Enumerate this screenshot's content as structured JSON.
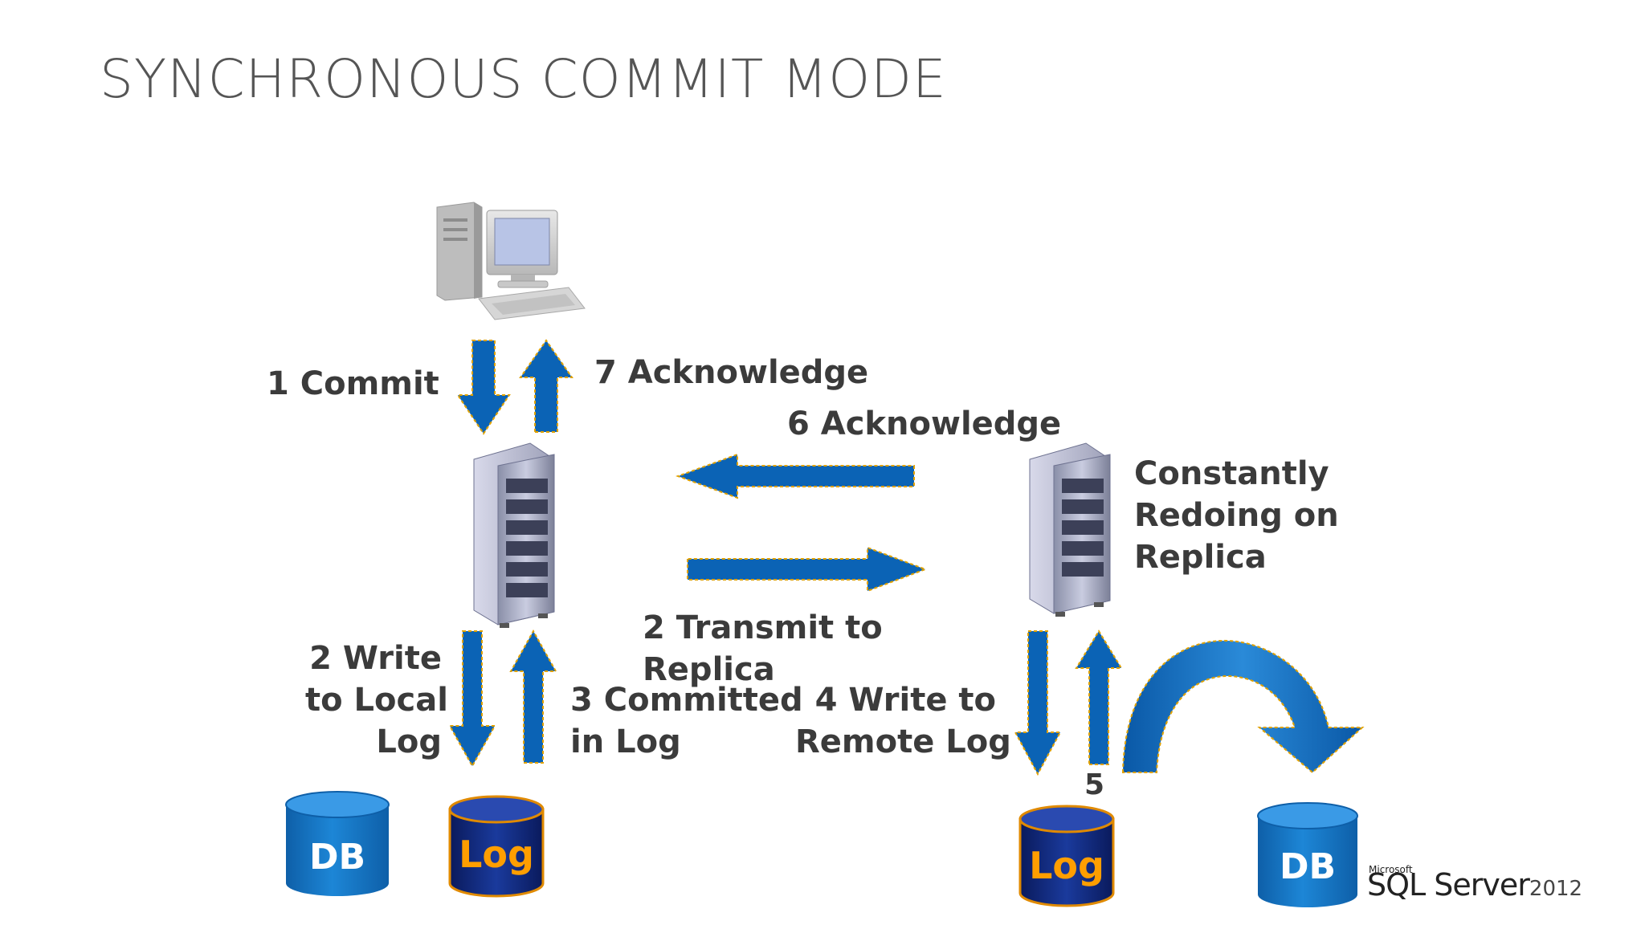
{
  "slide": {
    "title": "SYNCHRONOUS COMMIT MODE"
  },
  "labels": {
    "commit": "1 Commit",
    "ack7": "7 Acknowledge",
    "ack6": "6 Acknowledge",
    "redo_1": "Constantly",
    "redo_2": "Redoing on",
    "redo_3": "Replica",
    "transmit_1": "2 Transmit to",
    "transmit_2": "Replica",
    "write_local_1": "2 Write",
    "write_local_2": "to Local",
    "write_local_3": "Log",
    "committed_1": "3 Committed",
    "committed_2": "in Log",
    "write_remote_1": "4 Write to",
    "write_remote_2": "Remote Log",
    "step5": "5"
  },
  "storage": {
    "primary_db": "DB",
    "primary_log": "Log",
    "replica_log": "Log",
    "replica_db": "DB"
  },
  "brand": {
    "company": "Microsoft",
    "product": "SQL Server",
    "version": "2012"
  },
  "colors": {
    "arrow_blue": "#0b63b5",
    "arrow_border": "#e0a100",
    "db_blue": "#1878c8",
    "log_navy": "#0d1f6e",
    "log_text": "#ff9e00",
    "text": "#3b3b3b"
  }
}
